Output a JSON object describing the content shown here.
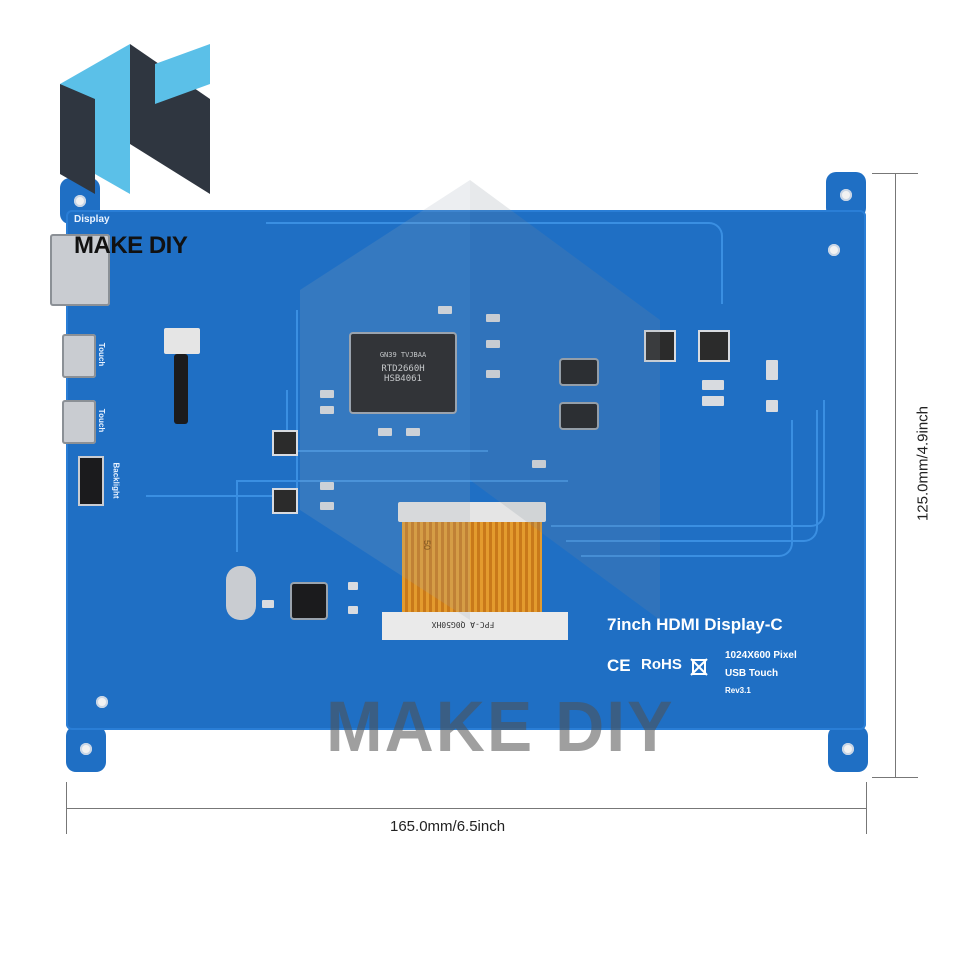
{
  "logo": {
    "brand_text": "MAKE DIY",
    "colors": {
      "light": "#5bc0e8",
      "dark": "#2f3640"
    }
  },
  "watermark": {
    "text": "MAKE DIY"
  },
  "board": {
    "color": "#1f6fc4",
    "product_title": "7inch HDMI Display-C",
    "resolution": "1024X600 Pixel",
    "touch_type": "USB Touch",
    "revision": "Rev3.1",
    "cert_marks": {
      "ce": "CE",
      "rohs": "RoHS"
    },
    "silkscreen": {
      "display_label": "Display",
      "touch_label_1": "Touch",
      "touch_label_2": "Touch",
      "backlight_label": "Backlight",
      "ffc_label": "50",
      "chip_main": "RTD2660H\nHSB4061",
      "chip_main_top": "GN39 TVJBAA",
      "ffc_print": "FPC-A Q0G50HX"
    }
  },
  "dimensions": {
    "width_label": "165.0mm/6.5inch",
    "height_label": "125.0mm/4.9inch"
  }
}
